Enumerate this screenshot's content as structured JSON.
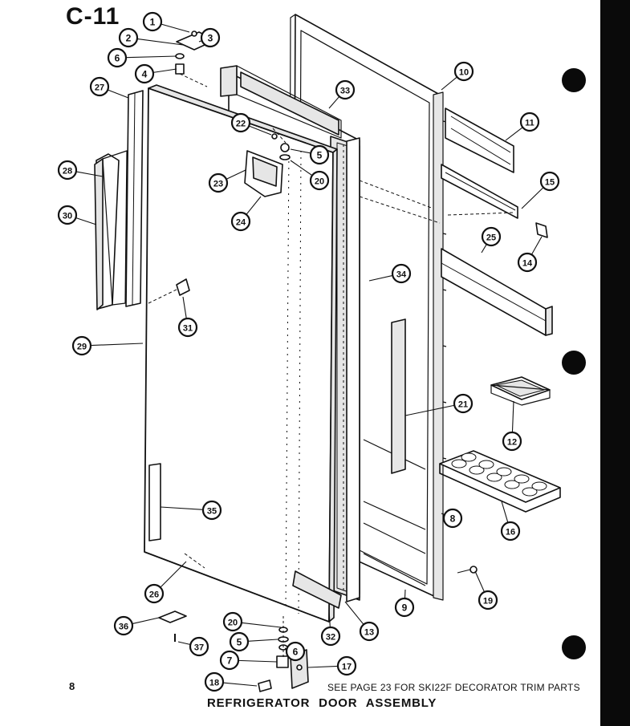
{
  "page": {
    "code": "C-11",
    "number": "8",
    "note": "SEE PAGE 23 FOR SKI22F DECORATOR TRIM PARTS",
    "title": "REFRIGERATOR  DOOR ASSEMBLY"
  },
  "colors": {
    "ink": "#111111",
    "paper": "#ffffff",
    "panel_shade": "#e6e6e6"
  },
  "callouts": [
    "1",
    "2",
    "3",
    "6",
    "4",
    "27",
    "22",
    "33",
    "10",
    "11",
    "5",
    "20",
    "23",
    "28",
    "24",
    "15",
    "30",
    "25",
    "14",
    "34",
    "31",
    "29",
    "21",
    "12",
    "35",
    "8",
    "16",
    "26",
    "19",
    "9",
    "20",
    "5",
    "6",
    "36",
    "32",
    "13",
    "37",
    "7",
    "17",
    "18"
  ]
}
